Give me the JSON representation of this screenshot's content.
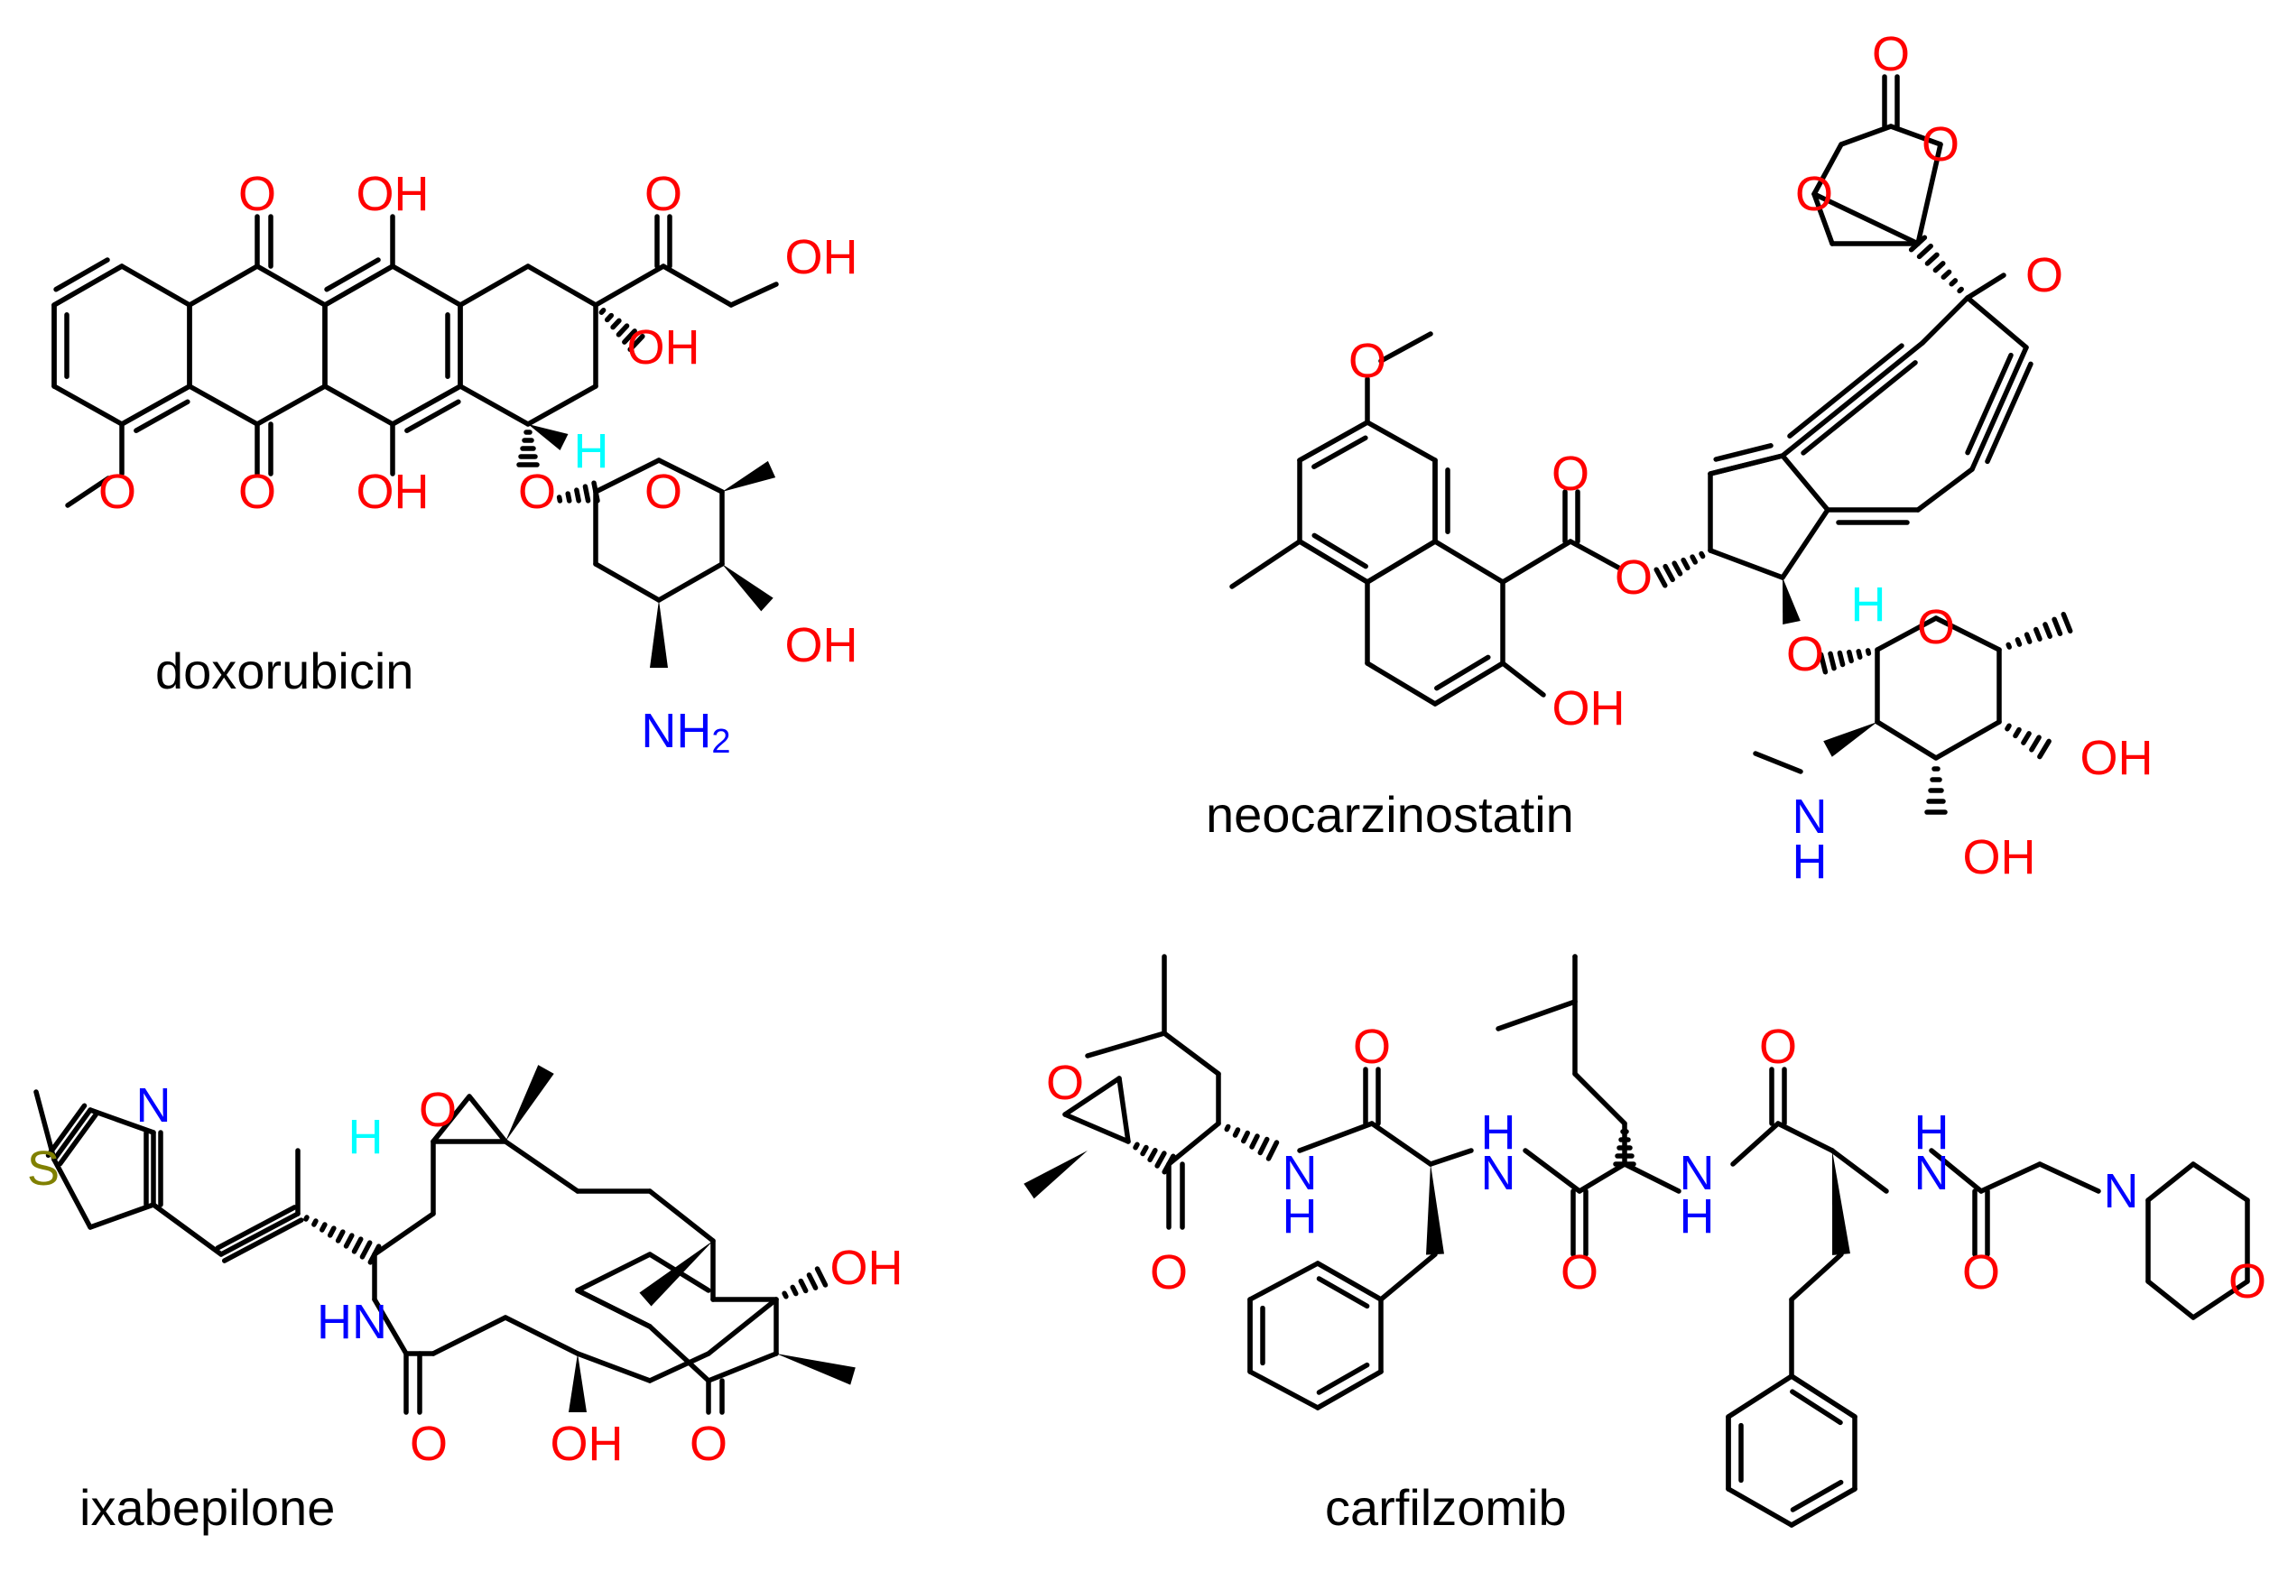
{
  "colors": {
    "O": "#ff0000",
    "N": "#0000ff",
    "S": "#808000",
    "H": "#00ffff",
    "bond": "#000000"
  },
  "captions": {
    "doxorubicin": "doxorubicin",
    "neocarzinostatin": "neocarzinostatin",
    "ixabepilone": "ixabepilone",
    "carfilzomib": "carfilzomib"
  },
  "atom_labels": {
    "O": "O",
    "OH": "OH",
    "H": "H",
    "HN": "HN",
    "NH": "NH",
    "N": "N",
    "S": "S",
    "NH2": "NH2"
  }
}
